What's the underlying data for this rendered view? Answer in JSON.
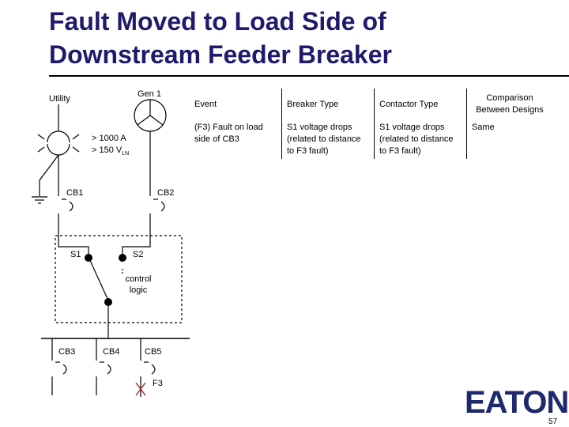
{
  "title": {
    "line1": "Fault Moved to Load Side of",
    "line2": "Downstream Feeder Breaker"
  },
  "labels": {
    "utility": "Utility",
    "gen1": "Gen 1",
    "threshold_current": "> 1000 A",
    "threshold_voltage": "> 150 V",
    "threshold_voltage_sub": "LN",
    "cb1": "CB1",
    "cb2": "CB2",
    "s1": "S1",
    "s2": "S2",
    "control_logic_line1": "control",
    "control_logic_line2": "logic",
    "cb3": "CB3",
    "cb4": "CB4",
    "cb5": "CB5",
    "f3": "F3"
  },
  "comparison_table": {
    "headers": [
      "Event",
      "Breaker Type",
      "Contactor Type",
      "Comparison Between Designs"
    ],
    "rows": [
      [
        "(F3) Fault  on load side of CB3",
        "S1 voltage drops (related to distance to F3 fault)",
        "S1 voltage drops (related to distance to F3 fault)",
        "Same"
      ]
    ]
  },
  "footer": {
    "logo": "EATON",
    "page": "57"
  },
  "colors": {
    "title": "#1f1a6b",
    "fault_marker": "#b22222",
    "logo": "#1e2a6b"
  }
}
